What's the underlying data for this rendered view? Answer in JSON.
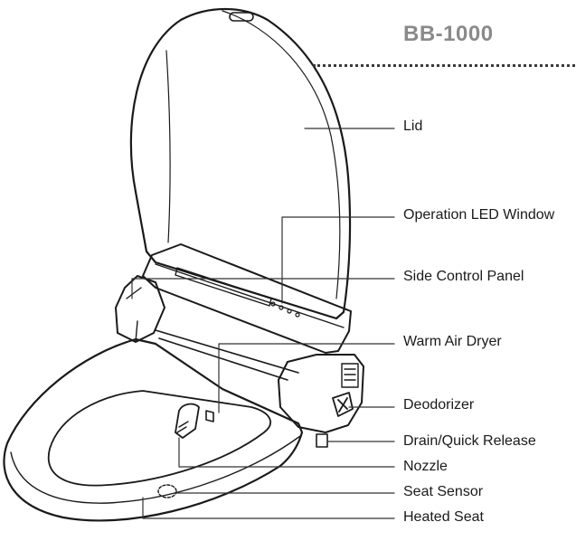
{
  "model": "BB-1000",
  "callouts": [
    {
      "id": "lid",
      "label": "Lid"
    },
    {
      "id": "led-window",
      "label": "Operation LED Window"
    },
    {
      "id": "side-panel",
      "label": "Side Control Panel"
    },
    {
      "id": "air-dryer",
      "label": "Warm Air Dryer"
    },
    {
      "id": "deodorizer",
      "label": "Deodorizer"
    },
    {
      "id": "drain",
      "label": "Drain/Quick Release"
    },
    {
      "id": "nozzle",
      "label": "Nozzle"
    },
    {
      "id": "seat-sensor",
      "label": "Seat Sensor"
    },
    {
      "id": "heated-seat",
      "label": "Heated Seat"
    }
  ]
}
